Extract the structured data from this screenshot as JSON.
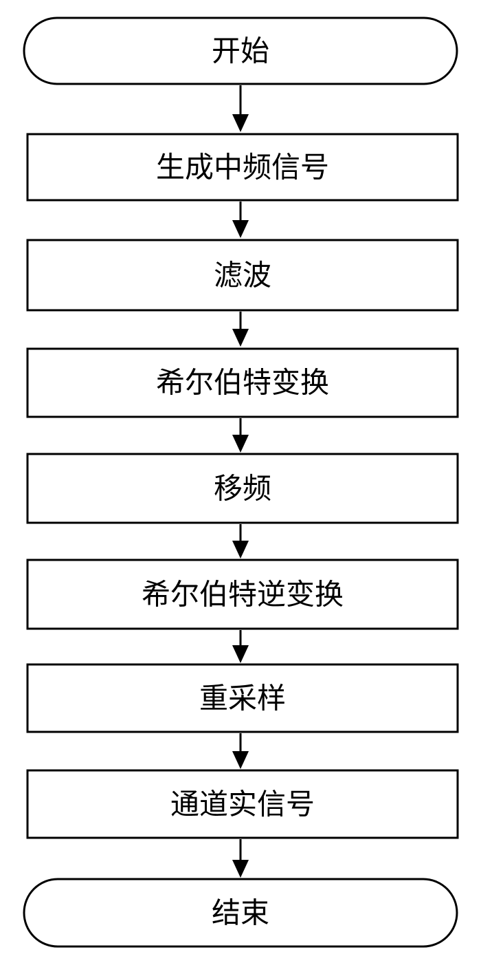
{
  "flowchart": {
    "start": {
      "label": "开始"
    },
    "steps": [
      {
        "label": "生成中频信号"
      },
      {
        "label": "滤波"
      },
      {
        "label": "希尔伯特变换"
      },
      {
        "label": "移频"
      },
      {
        "label": "希尔伯特逆变换"
      },
      {
        "label": "重采样"
      },
      {
        "label": "通道实信号"
      }
    ],
    "end": {
      "label": "结束"
    }
  },
  "colors": {
    "stroke": "#000000",
    "fill": "#ffffff",
    "text": "#000000"
  }
}
